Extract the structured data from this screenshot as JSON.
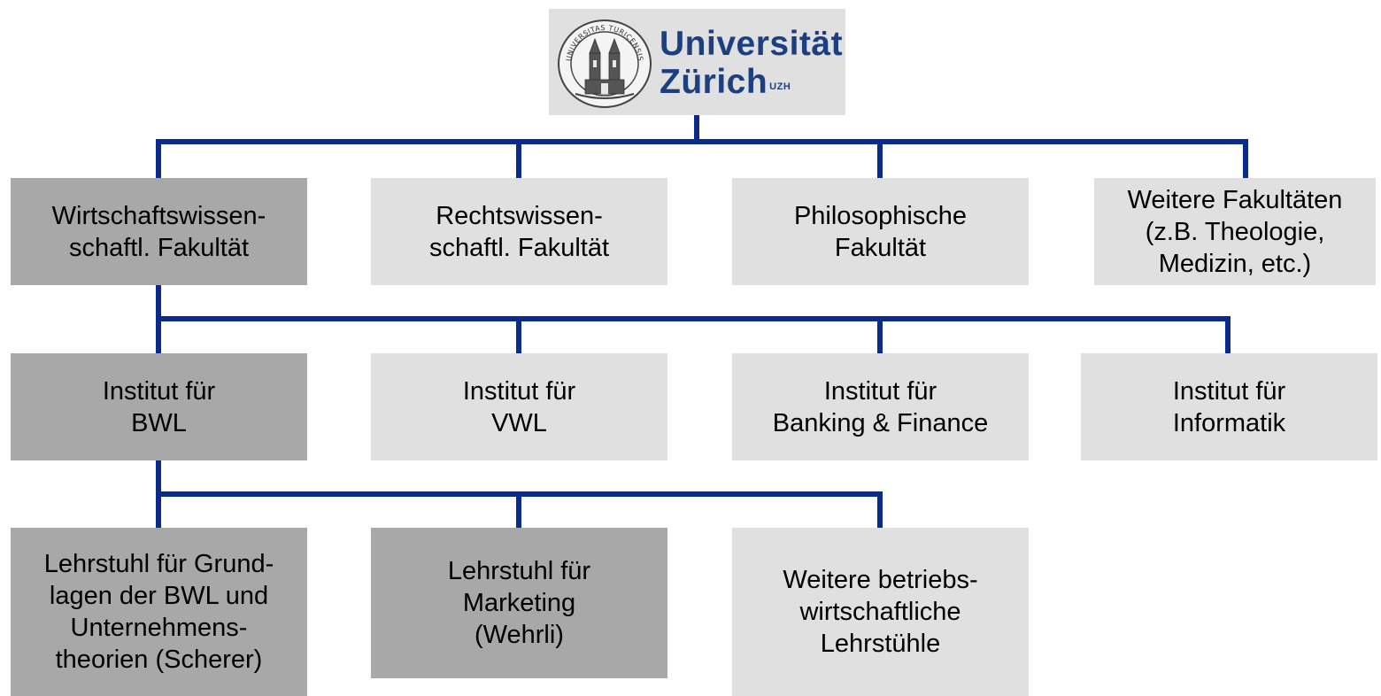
{
  "colors": {
    "connector": "#0b2b8c",
    "box_highlight": "#a8a8a8",
    "box_default": "#e0e0e0",
    "logo_text": "#1c3f80"
  },
  "logo": {
    "line1": "Universität",
    "line2": "Zürich",
    "superscript": "UZH",
    "seal_text": "UNIVERSITAS TURICENSIS"
  },
  "faculties": [
    {
      "label": "Wirtschaftswissen-\nschaftl. Fakultät",
      "highlighted": true
    },
    {
      "label": "Rechtswissen-\nschaftl. Fakultät",
      "highlighted": false
    },
    {
      "label": "Philosophische\nFakultät",
      "highlighted": false
    },
    {
      "label": "Weitere Fakultäten\n(z.B. Theologie,\nMedizin, etc.)",
      "highlighted": false
    }
  ],
  "institutes": [
    {
      "label": "Institut für\nBWL",
      "highlighted": true
    },
    {
      "label": "Institut für\nVWL",
      "highlighted": false
    },
    {
      "label": "Institut für\nBanking & Finance",
      "highlighted": false
    },
    {
      "label": "Institut für\nInformatik",
      "highlighted": false
    }
  ],
  "chairs": [
    {
      "label": "Lehrstuhl für Grund-\nlagen der BWL und\nUnternehmens-\ntheorien (Scherer)",
      "highlighted": true
    },
    {
      "label": "Lehrstuhl für\nMarketing\n(Wehrli)",
      "highlighted": true
    },
    {
      "label": "Weitere betriebs-\nwirtschaftliche\nLehrstühle",
      "highlighted": false
    }
  ]
}
